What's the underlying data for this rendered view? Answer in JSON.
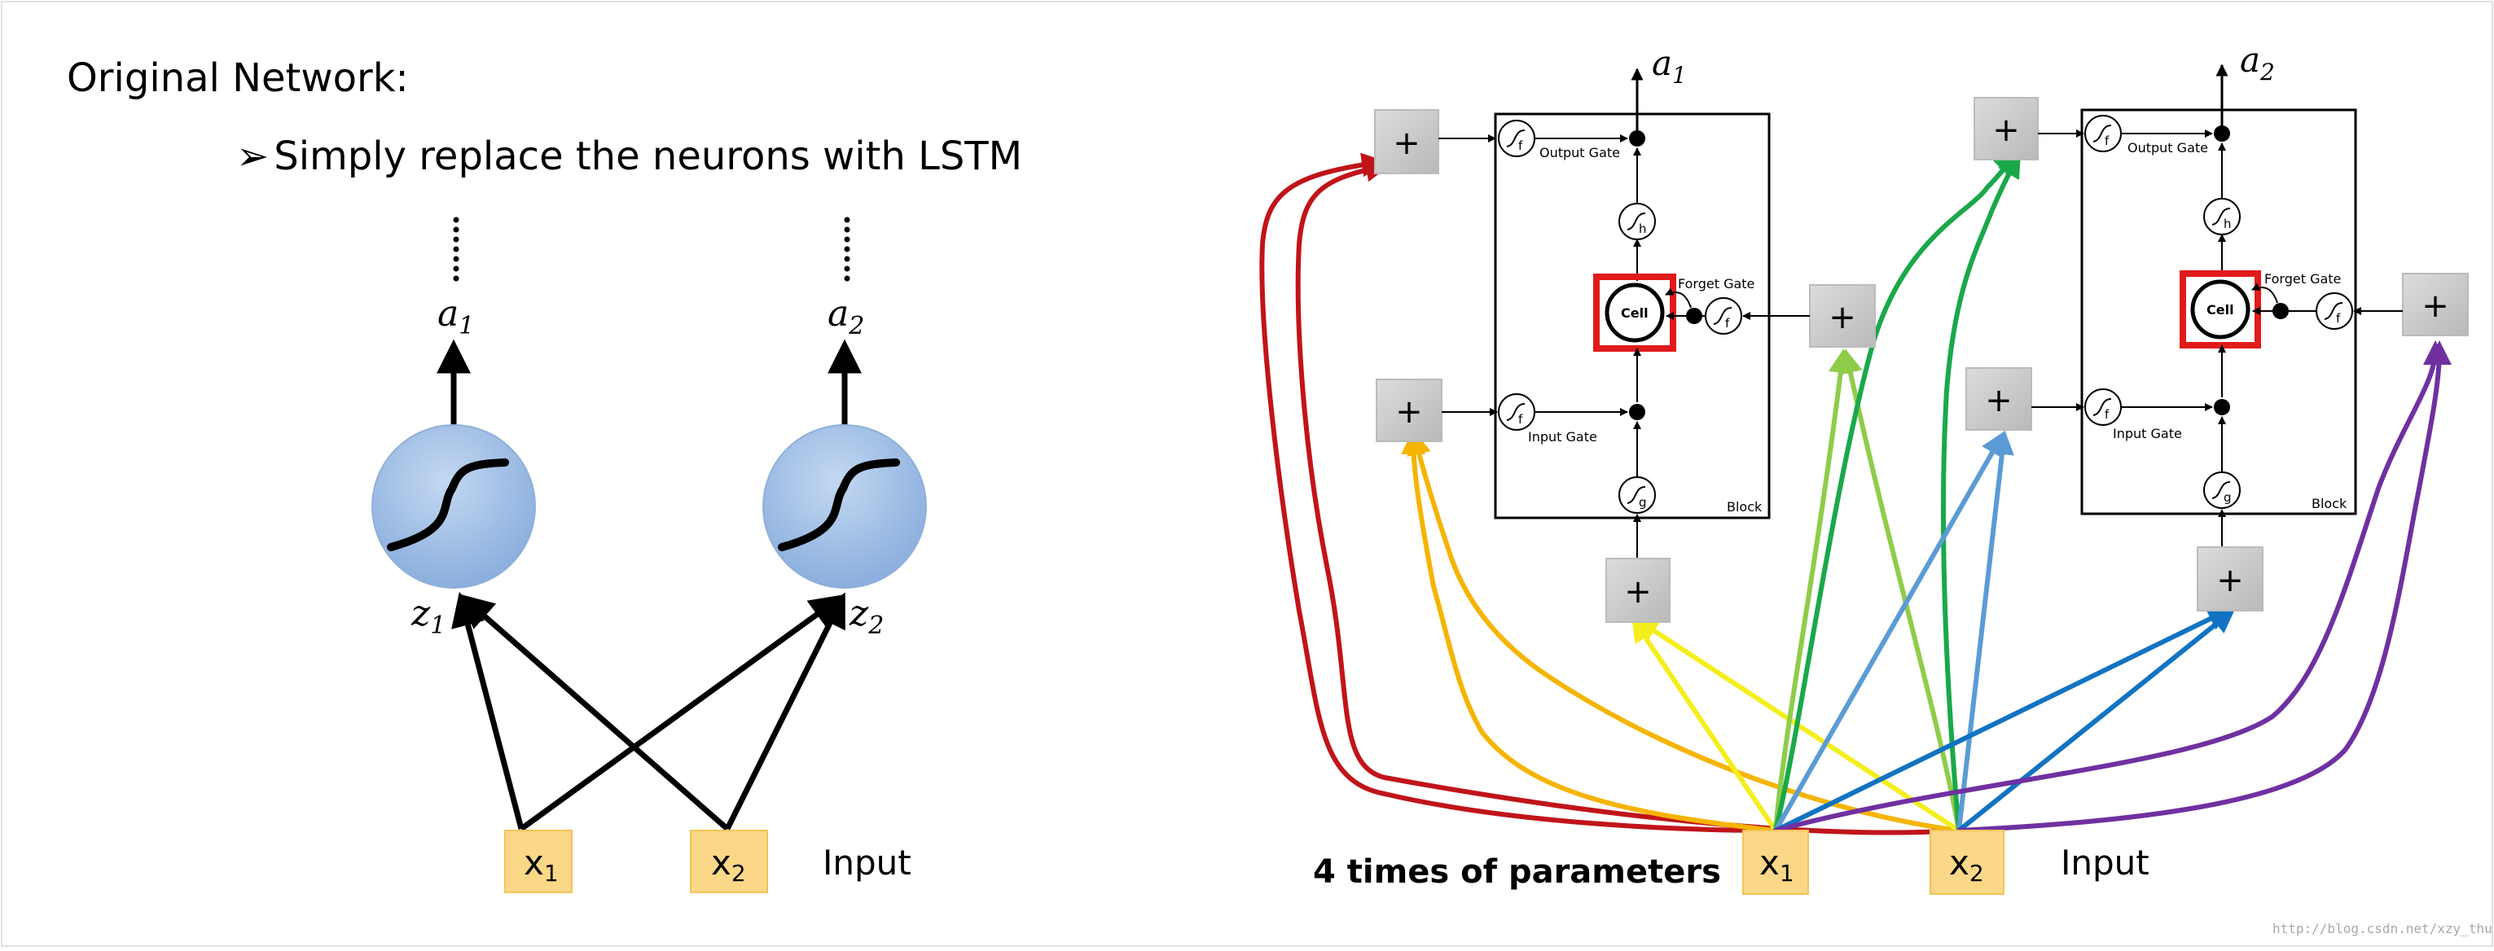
{
  "title": "Original Network:",
  "bullet": "Simply replace the neurons with LSTM",
  "left": {
    "neuron1": {
      "output": "a",
      "output_sub": "1",
      "input": "z",
      "input_sub": "1"
    },
    "neuron2": {
      "output": "a",
      "output_sub": "2",
      "input": "z",
      "input_sub": "2"
    },
    "x1": {
      "label": "x",
      "sub": "1"
    },
    "x2": {
      "label": "x",
      "sub": "2"
    },
    "input_label": "Input"
  },
  "right": {
    "caption": "4 times of parameters",
    "x1": {
      "label": "x",
      "sub": "1"
    },
    "x2": {
      "label": "x",
      "sub": "2"
    },
    "input_label": "Input",
    "block1": {
      "output": "a",
      "output_sub": "1",
      "output_gate": "Output Gate",
      "forget_gate": "Forget Gate",
      "input_gate": "Input Gate",
      "cell": "Cell",
      "block": "Block",
      "sym_f": "f",
      "sym_h": "h",
      "sym_g": "g"
    },
    "block2": {
      "output": "a",
      "output_sub": "2",
      "output_gate": "Output Gate",
      "forget_gate": "Forget Gate",
      "input_gate": "Input Gate",
      "cell": "Cell",
      "block": "Block",
      "sym_f": "f",
      "sym_h": "h",
      "sym_g": "g"
    },
    "plus": "+"
  },
  "watermark": "http://blog.csdn.net/xzy_thu",
  "colors": {
    "neuron": "#9dbde3",
    "input_box": "#fbd888",
    "plus_box": "#c8c8c8",
    "cell_highlight": "#e11b1b"
  }
}
